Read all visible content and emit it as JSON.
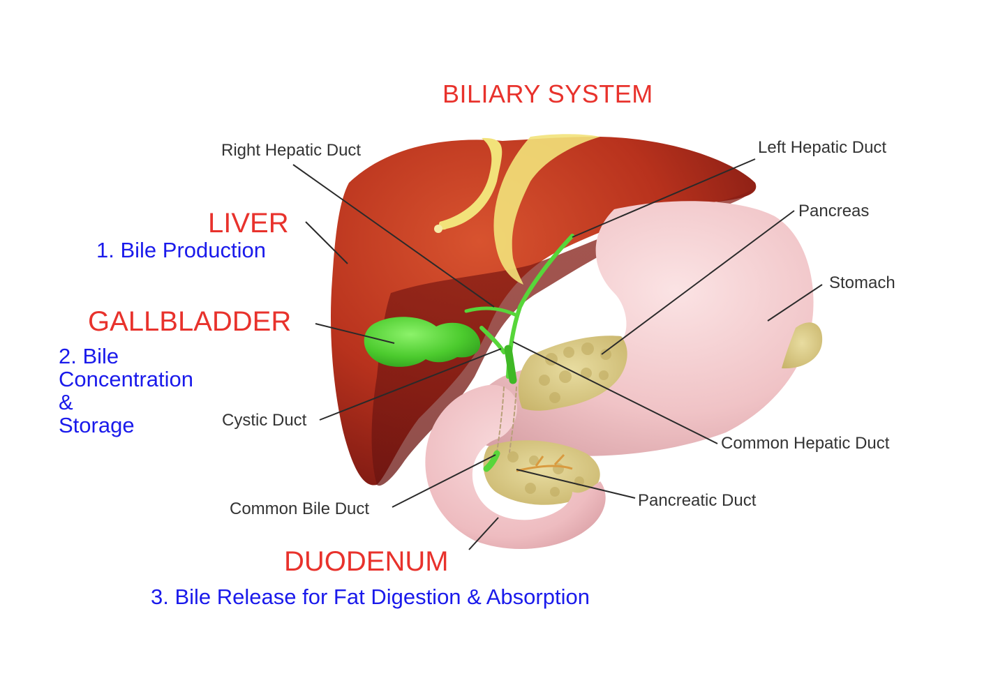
{
  "title": "BILIARY SYSTEM",
  "organs": {
    "liver": {
      "name": "LIVER",
      "function": "1. Bile Production"
    },
    "gallbladder": {
      "name": "GALLBLADDER",
      "function_lines": [
        "2. Bile",
        "Concentration",
        "&",
        "Storage"
      ]
    },
    "duodenum": {
      "name": "DUODENUM",
      "function": "3. Bile Release for Fat Digestion & Absorption"
    }
  },
  "parts": {
    "right_hepatic_duct": "Right Hepatic Duct",
    "left_hepatic_duct": "Left Hepatic Duct",
    "pancreas": "Pancreas",
    "stomach": "Stomach",
    "cystic_duct": "Cystic Duct",
    "common_hepatic_duct": "Common Hepatic Duct",
    "pancreatic_duct": "Pancreatic Duct",
    "common_bile_duct": "Common Bile Duct"
  },
  "colors": {
    "heading": "#e8322c",
    "function_text": "#1a1aeb",
    "label_text": "#333333",
    "liver": "#b8321d",
    "gallbladder": "#57d63a",
    "stomach": "#f1c6c8",
    "pancreas": "#d9c98a",
    "ligament": "#f2e27a"
  }
}
